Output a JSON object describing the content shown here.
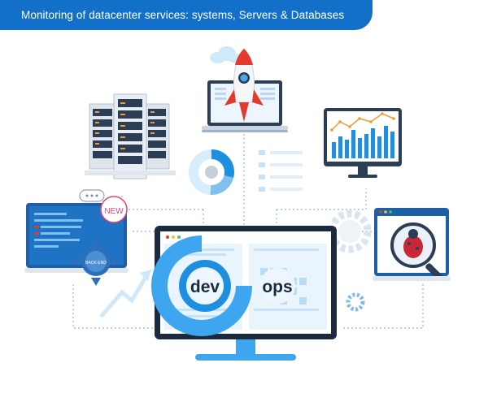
{
  "header": {
    "title": "Monitoring of datacenter services: systems, Servers & Databases"
  },
  "illustration": {
    "new_badge": "NEW",
    "backend_label": "BACK-END",
    "dev_label": "dev",
    "ops_label": "ops"
  },
  "colors": {
    "banner": "#1270c8",
    "accent_blue": "#1e8fe0",
    "light_blue": "#d6eefb",
    "dark_navy": "#1b2a3c",
    "server_gray": "#dfe6ee",
    "pink_badge": "#e0457a",
    "rocket_red": "#e23b2e"
  },
  "icons": [
    "rocket-icon",
    "cloud-icon",
    "server-rack-icon",
    "donut-chart-icon",
    "bar-chart-monitor-icon",
    "code-monitor-icon",
    "bug-magnifier-icon",
    "gear-icon",
    "devops-monitor-icon",
    "trend-arrow-icon"
  ]
}
